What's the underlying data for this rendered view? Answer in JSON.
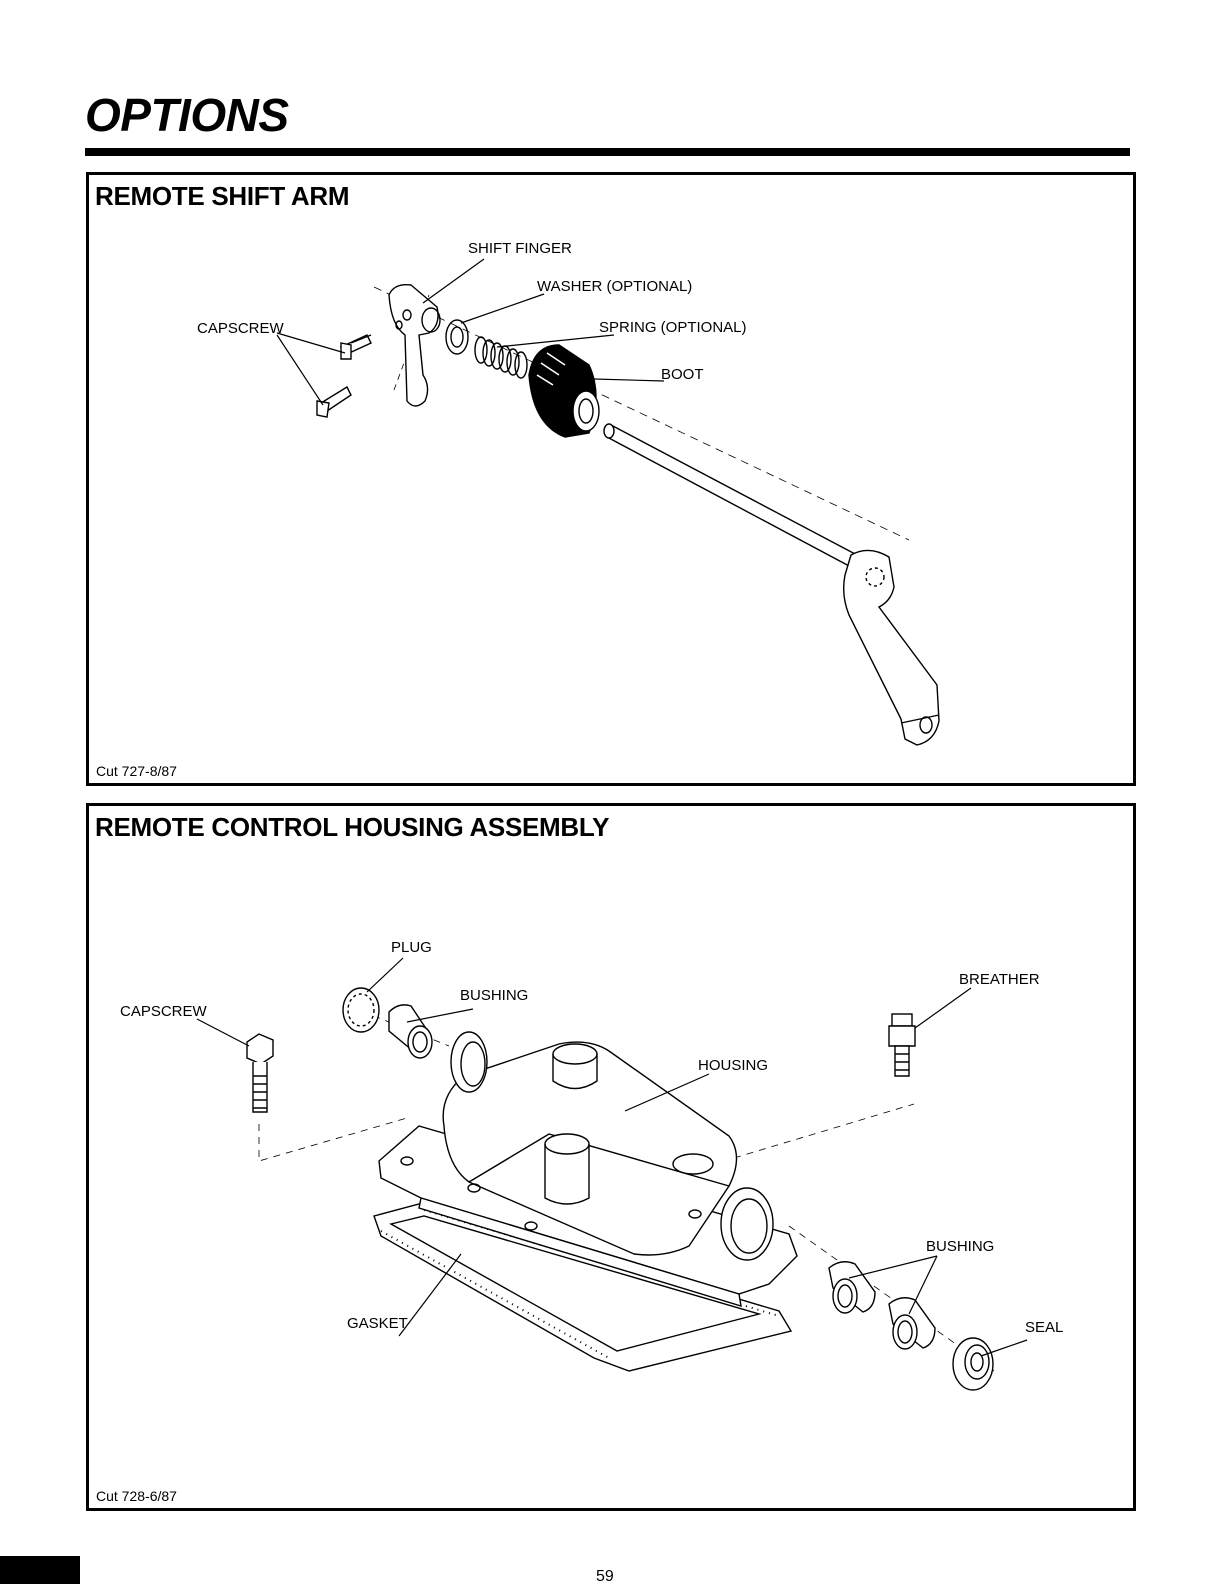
{
  "page": {
    "title": "OPTIONS",
    "number": "59"
  },
  "shift_arm": {
    "heading": "REMOTE SHIFT ARM",
    "cut": "Cut 727-8/87",
    "labels": {
      "shift_finger": "SHIFT FINGER",
      "washer": "WASHER (OPTIONAL)",
      "capscrew": "CAPSCREW",
      "spring": "SPRING (OPTIONAL)",
      "boot": "BOOT"
    }
  },
  "housing": {
    "heading": "REMOTE CONTROL HOUSING ASSEMBLY",
    "cut": "Cut 728-6/87",
    "labels": {
      "plug": "PLUG",
      "breather": "BREATHER",
      "bushing_top": "BUSHING",
      "capscrew": "CAPSCREW",
      "housing": "HOUSING",
      "bushing_right": "BUSHING",
      "seal": "SEAL",
      "gasket": "GASKET"
    }
  }
}
